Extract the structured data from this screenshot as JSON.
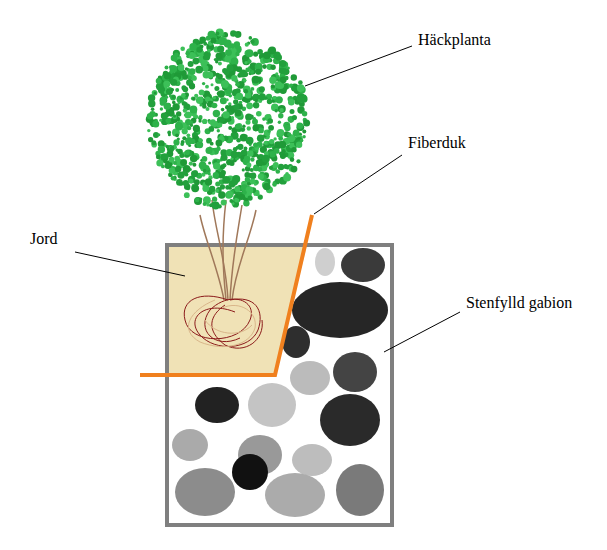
{
  "diagram": {
    "labels": [
      "Häckplanta",
      "Fiberduk",
      "Jord",
      "Stenfylld gabion"
    ]
  }
}
